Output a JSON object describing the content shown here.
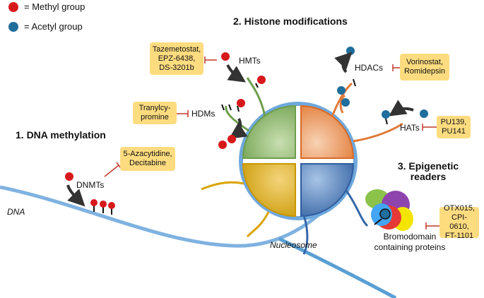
{
  "legend": {
    "methyl": "= Methyl group",
    "acetyl": "= Acetyl group"
  },
  "sections": {
    "dna_methylation": "1. DNA methylation",
    "histone_mods": "2. Histone modifications",
    "readers_line1": "3. Epigenetic",
    "readers_line2": "readers"
  },
  "enzymes": {
    "dnmts": "DNMTs",
    "hmts": "HMTs",
    "hdms": "HDMs",
    "hdacs": "HDACs",
    "hats": "HATs"
  },
  "drugs": {
    "hmt": [
      "Tazemetostat,",
      "EPZ-6438,",
      "DS-3201b"
    ],
    "hdac": [
      "Vorinostat,",
      "Romidepsin"
    ],
    "hdm": [
      "Tranylcy-",
      "promine"
    ],
    "dnmt": [
      "5-Azacytidine,",
      "Decitabine"
    ],
    "hat": [
      "PU139,",
      "PU141"
    ],
    "bromo": [
      "OTX015,",
      "CPI-0610,",
      "FT-1101"
    ]
  },
  "labels": {
    "dna": "DNA",
    "nucleosome": "Nucleosome",
    "bromo_line1": "Bromodomain",
    "bromo_line2": "containing proteins"
  },
  "colors": {
    "methyl": "#d7191c",
    "acetyl": "#1f6e9c",
    "drug_box": "#fddc80",
    "inhibitor": "#c0392b",
    "dna": "#5a9fd4",
    "histone_green": "#7fae5a",
    "histone_orange": "#e07b3a",
    "histone_yellow": "#d9a400",
    "histone_blue": "#3567a8"
  }
}
